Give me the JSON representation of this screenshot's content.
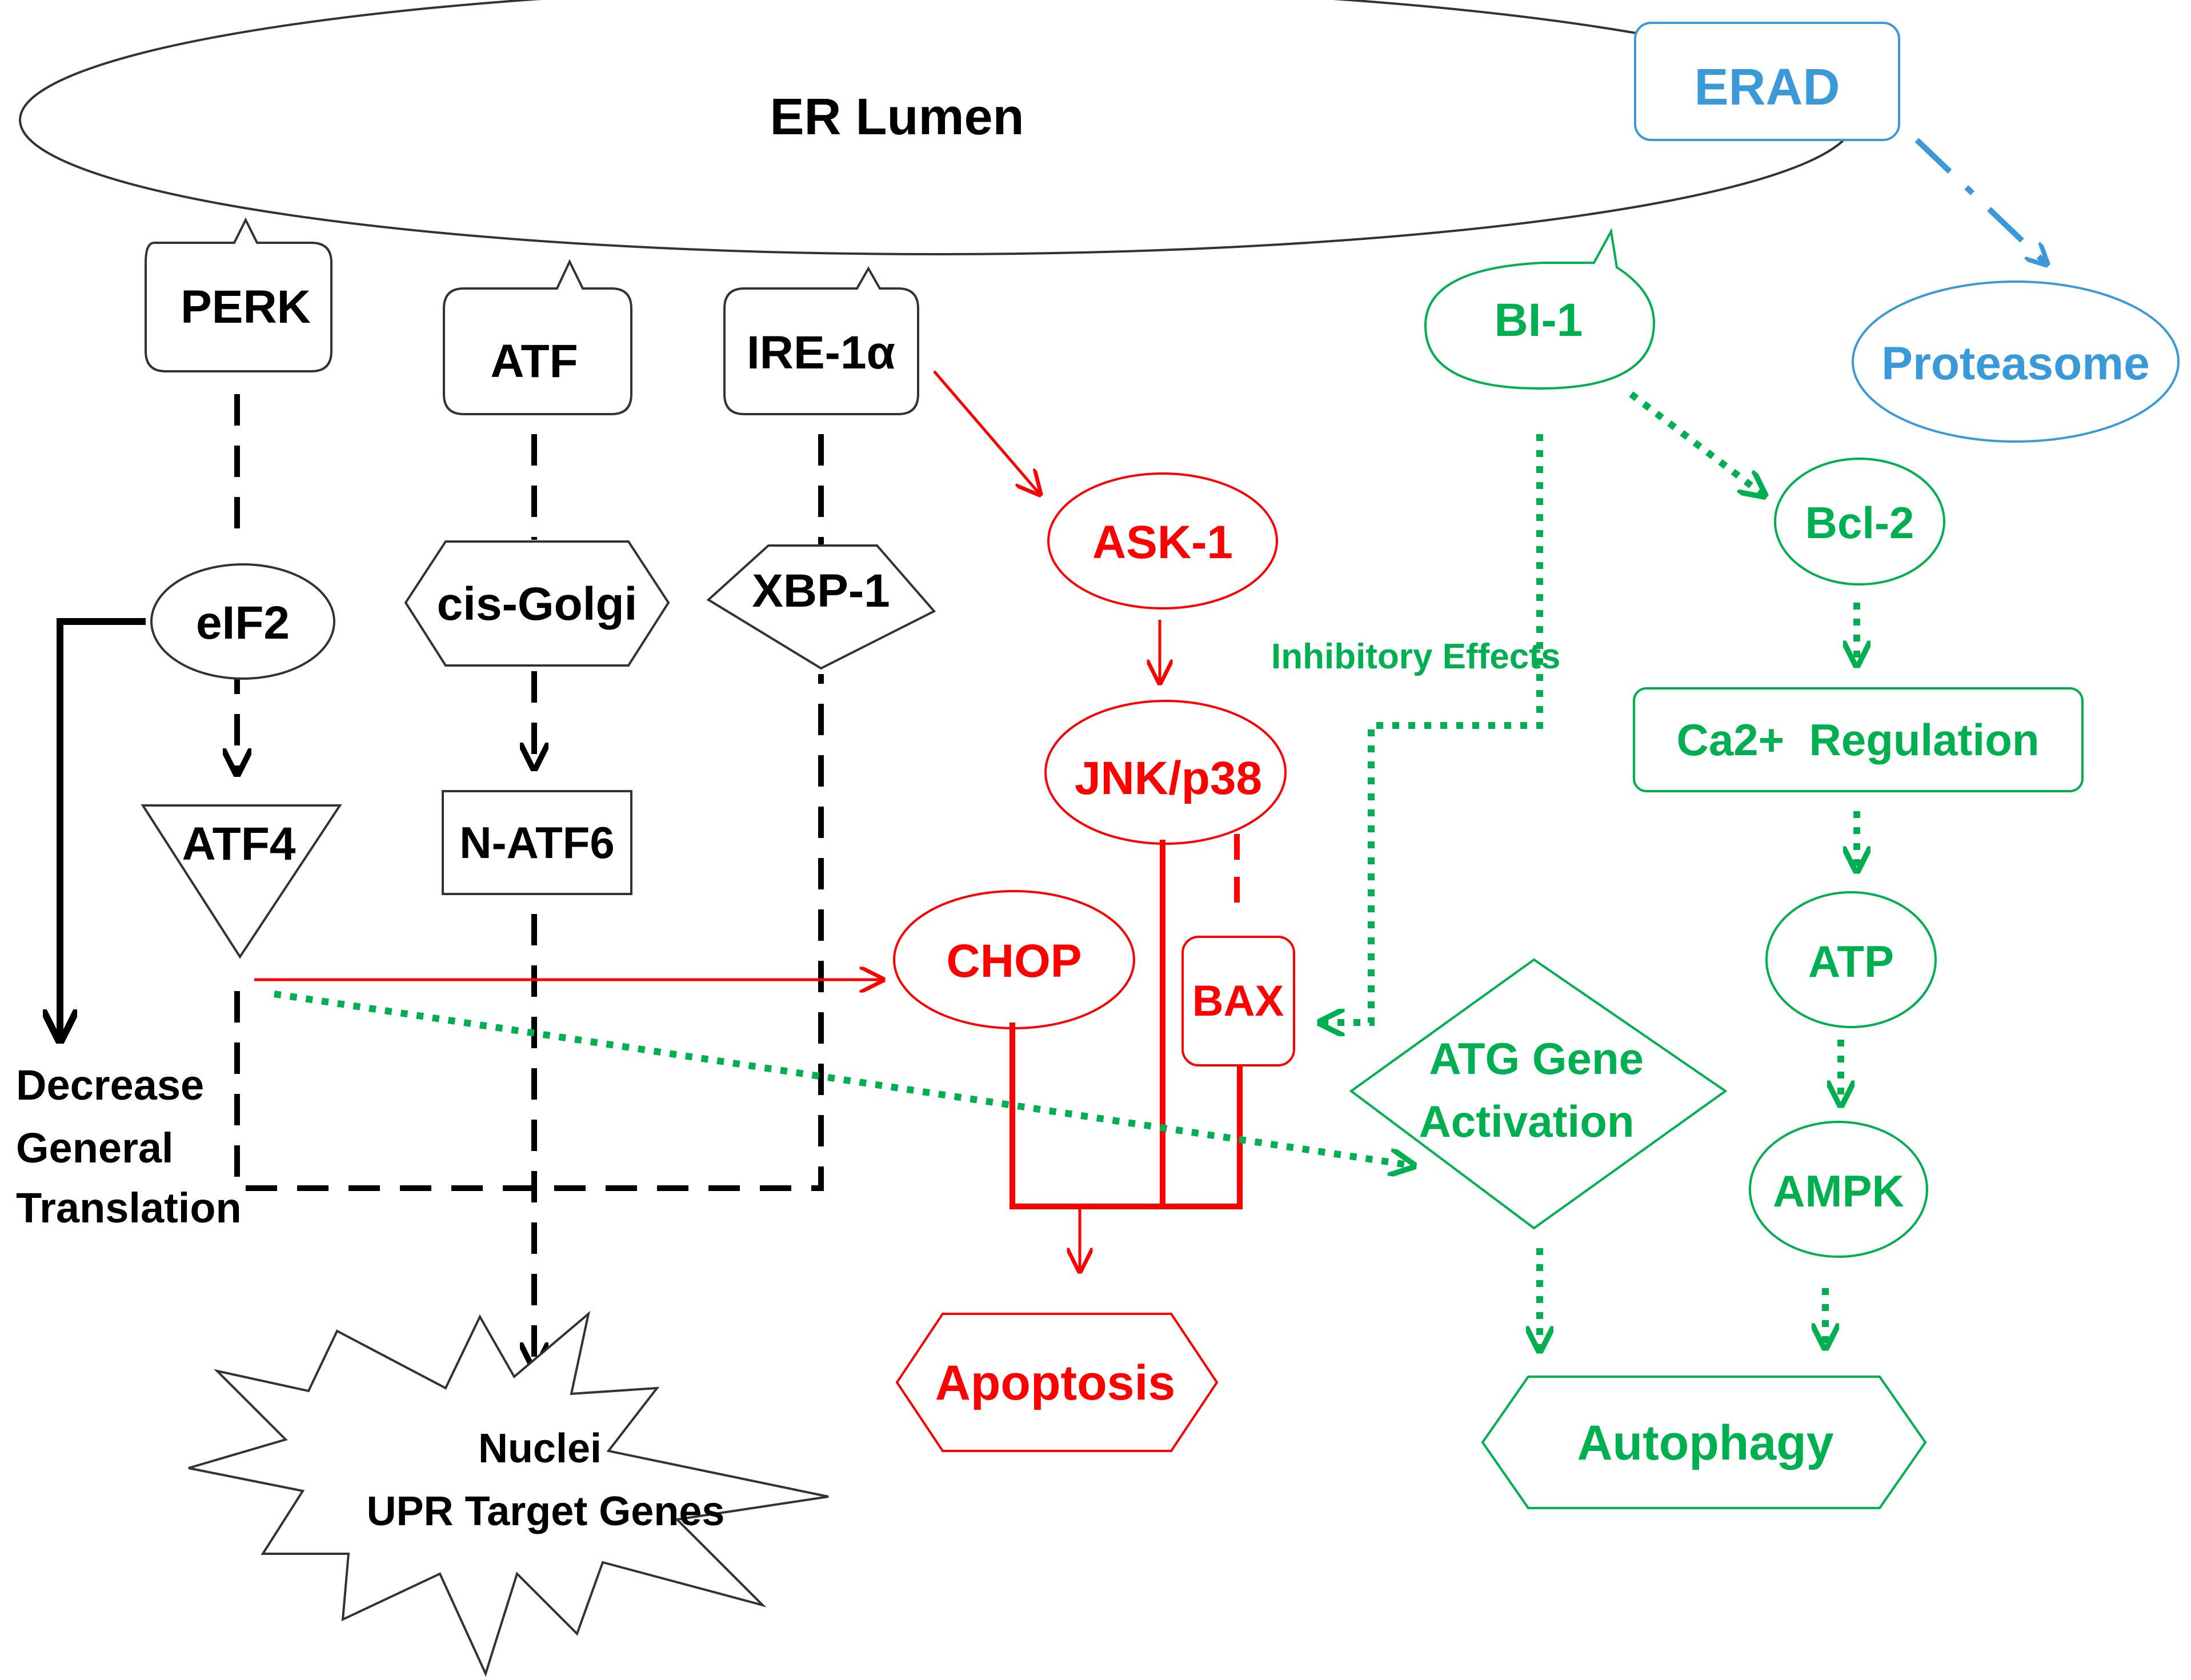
{
  "nodes": {
    "er_lumen": "ER Lumen",
    "erad": "ERAD",
    "proteasome": "Proteasome",
    "perk": "PERK",
    "atf": "ATF",
    "ire1a": "IRE-1α",
    "bi1": "BI-1",
    "eif2": "eIF2",
    "cis_golgi": "cis-Golgi",
    "xbp1": "XBP-1",
    "atf4": "ATF4",
    "n_atf6": "N-ATF6",
    "ask1": "ASK-1",
    "jnk_p38": "JNK/p38",
    "chop": "CHOP",
    "bax": "BAX",
    "bcl2": "Bcl-2",
    "ca_regulation": "Ca2+  Regulation",
    "atp": "ATP",
    "ampk": "AMPK",
    "atg_line1": "ATG Gene",
    "atg_line2": "Activation",
    "decrease_line1": "Decrease",
    "decrease_line2": "General",
    "decrease_line3": "Translation",
    "nuclei_line1": "Nuclei",
    "nuclei_line2": "UPR Target Genes",
    "apoptosis": "Apoptosis",
    "autophagy": "Autophagy",
    "inhibitory_effects": "Inhibitory Effects"
  },
  "colors": {
    "upr": "#000000",
    "apoptosis": "#ff0000",
    "autophagy": "#00b050",
    "erad": "#3a9ad9"
  }
}
